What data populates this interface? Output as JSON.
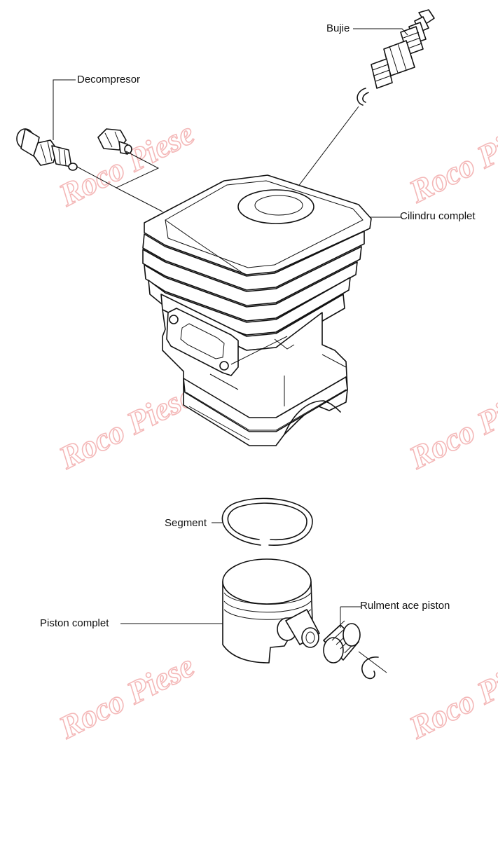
{
  "labels": {
    "bujie": "Bujie",
    "decompresor": "Decompresor",
    "cilindru": "Cilindru complet",
    "segment": "Segment",
    "piston": "Piston complet",
    "rulment": "Rulment ace piston"
  },
  "watermark": {
    "text": "Roco Piese",
    "color": "#f4b8b8"
  }
}
